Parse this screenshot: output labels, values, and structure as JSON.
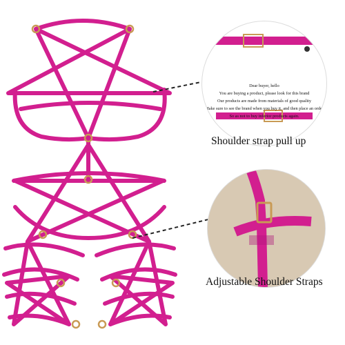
{
  "product": {
    "color": "#d21f8f",
    "hardware_color": "#c99a55"
  },
  "detail_top": {
    "note_lines": [
      "Dear buyer, hello",
      "You are buying a product, please look for this brand",
      "Our products are made from materials of good quality",
      "Make sure to see the brand when you buy it, and then place an order",
      "So as not to buy inferior products again."
    ],
    "caption": "Shoulder strap pull up"
  },
  "detail_bottom": {
    "caption": "Adjustable Shoulder Straps"
  }
}
